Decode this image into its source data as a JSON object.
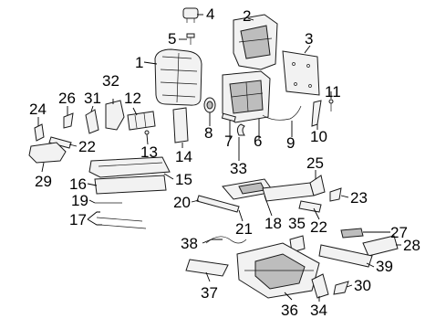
{
  "diagram": {
    "callouts": [
      {
        "id": "c1",
        "label": "1"
      },
      {
        "id": "c2",
        "label": "2"
      },
      {
        "id": "c3",
        "label": "3"
      },
      {
        "id": "c4",
        "label": "4"
      },
      {
        "id": "c5",
        "label": "5"
      },
      {
        "id": "c6",
        "label": "6"
      },
      {
        "id": "c7",
        "label": "7"
      },
      {
        "id": "c8",
        "label": "8"
      },
      {
        "id": "c9",
        "label": "9"
      },
      {
        "id": "c10",
        "label": "10"
      },
      {
        "id": "c11",
        "label": "11"
      },
      {
        "id": "c12",
        "label": "12"
      },
      {
        "id": "c13",
        "label": "13"
      },
      {
        "id": "c14",
        "label": "14"
      },
      {
        "id": "c15",
        "label": "15"
      },
      {
        "id": "c16",
        "label": "16"
      },
      {
        "id": "c17",
        "label": "17"
      },
      {
        "id": "c18",
        "label": "18"
      },
      {
        "id": "c19",
        "label": "19"
      },
      {
        "id": "c20",
        "label": "20"
      },
      {
        "id": "c21",
        "label": "21"
      },
      {
        "id": "c22a",
        "label": "22"
      },
      {
        "id": "c22b",
        "label": "22"
      },
      {
        "id": "c23",
        "label": "23"
      },
      {
        "id": "c24",
        "label": "24"
      },
      {
        "id": "c25",
        "label": "25"
      },
      {
        "id": "c26",
        "label": "26"
      },
      {
        "id": "c27",
        "label": "27"
      },
      {
        "id": "c28",
        "label": "28"
      },
      {
        "id": "c29",
        "label": "29"
      },
      {
        "id": "c30",
        "label": "30"
      },
      {
        "id": "c31",
        "label": "31"
      },
      {
        "id": "c32",
        "label": "32"
      },
      {
        "id": "c33",
        "label": "33"
      },
      {
        "id": "c34",
        "label": "34"
      },
      {
        "id": "c35",
        "label": "35"
      },
      {
        "id": "c36",
        "label": "36"
      },
      {
        "id": "c37",
        "label": "37"
      },
      {
        "id": "c38",
        "label": "38"
      },
      {
        "id": "c39",
        "label": "39"
      }
    ]
  }
}
